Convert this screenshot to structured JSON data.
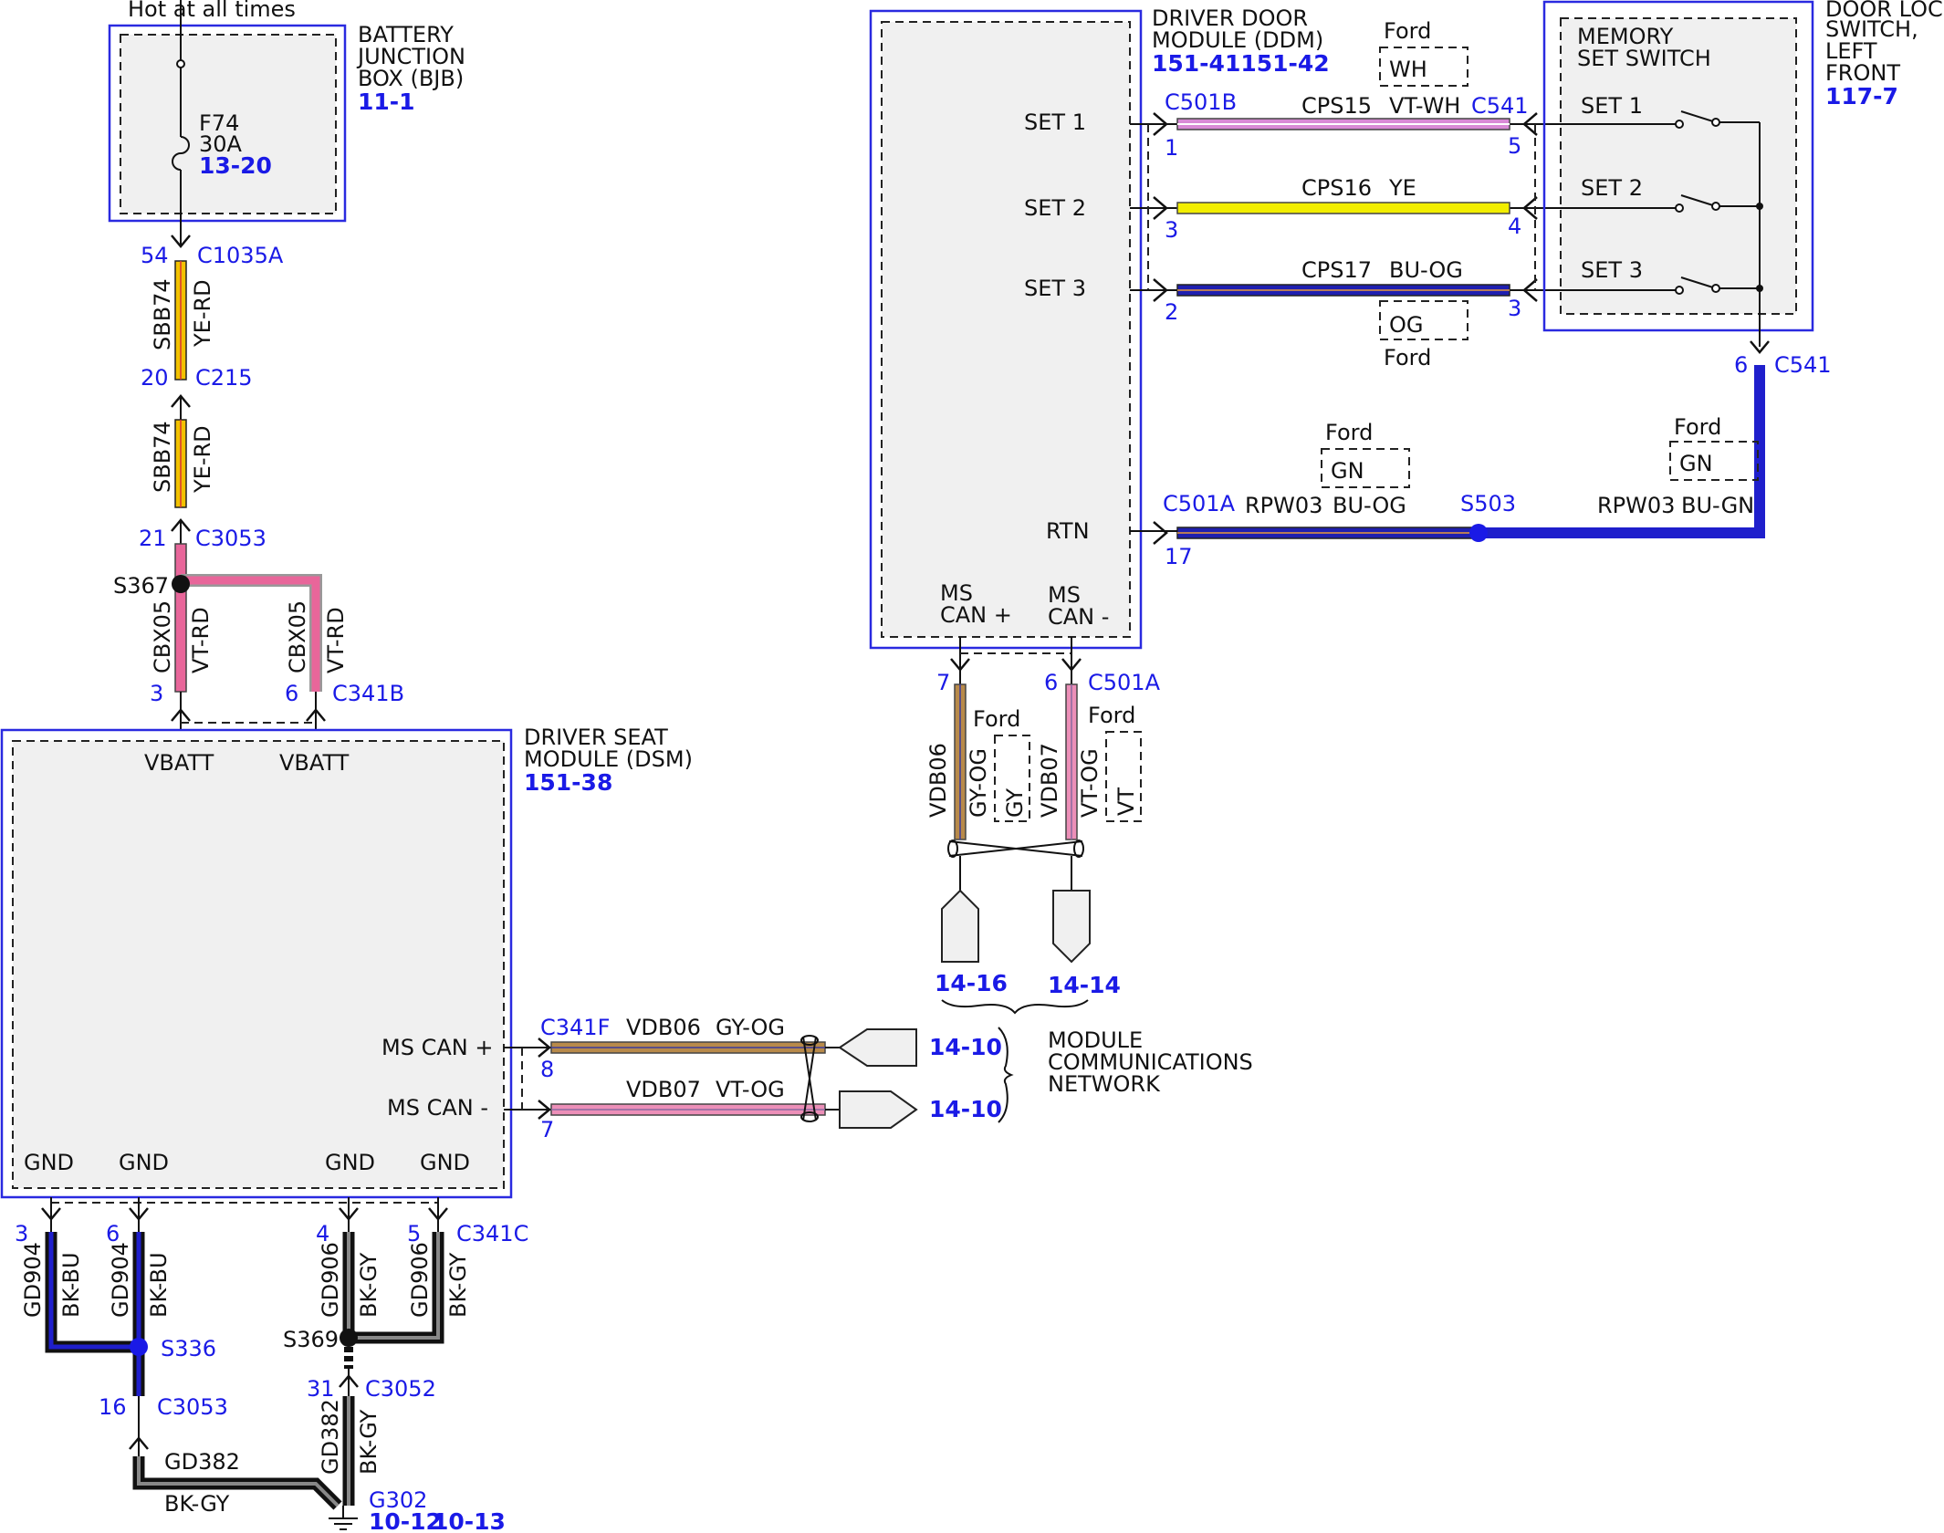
{
  "top_note": "Hot at all times",
  "bjb": {
    "line1": "BATTERY",
    "line2": "JUNCTION",
    "line3": "BOX (BJB)",
    "ref": "11-1",
    "fuse": "F74",
    "amps": "30A",
    "fuse_ref": "13-20"
  },
  "connectors": {
    "c1035a": "C1035A",
    "c1035a_pin": "54",
    "c215": "C215",
    "c215_pin": "20",
    "c3053_top": "C3053",
    "c3053_top_pin": "21",
    "s367": "S367",
    "c341b": "C341B",
    "c341b_pin_a": "3",
    "c341b_pin_b": "6",
    "c341f": "C341F",
    "c341f_pin_a": "8",
    "c341f_pin_b": "7",
    "c341c": "C341C",
    "c341c_pins": [
      "3",
      "6",
      "4",
      "5"
    ],
    "s336": "S336",
    "s369": "S369",
    "c3053_bot": "C3053",
    "c3053_bot_pin": "16",
    "c3052": "C3052",
    "c3052_pin": "31",
    "g302": "G302",
    "g302_ref_a": "10-12",
    "g302_ref_b": "10-13",
    "c501b": "C501B",
    "c501b_pins": [
      "1",
      "3",
      "2"
    ],
    "c541": "C541",
    "c541_pins": [
      "5",
      "4",
      "3"
    ],
    "c541_low": "C541",
    "c541_low_pin": "6",
    "c501a": "C501A",
    "c501a_pin": "17",
    "s503": "S503",
    "c501a_can": "C501A",
    "c501a_can_pins": [
      "7",
      "6"
    ]
  },
  "wires": {
    "sbb74": "SBB74",
    "ye_rd": "YE-RD",
    "cbx05": "CBX05",
    "vt_rd": "VT-RD",
    "gd904": "GD904",
    "bk_bu": "BK-BU",
    "gd906": "GD906",
    "bk_gy": "BK-GY",
    "gd382": "GD382",
    "vdb06": "VDB06",
    "gy_og": "GY-OG",
    "vdb07": "VDB07",
    "vt_og": "VT-OG",
    "cps15": "CPS15",
    "vt_wh": "VT-WH",
    "cps16": "CPS16",
    "ye": "YE",
    "cps17": "CPS17",
    "bu_og": "BU-OG",
    "rpw03": "RPW03",
    "bu_gn": "BU-GN"
  },
  "dsm": {
    "line1": "DRIVER SEAT",
    "line2": "MODULE (DSM)",
    "ref": "151-38",
    "vbatt": "VBATT",
    "can_plus": "MS CAN +",
    "can_minus": "MS CAN -",
    "gnd": "GND"
  },
  "ddm": {
    "line1": "DRIVER DOOR",
    "line2": "MODULE (DDM)",
    "ref": "151-41151-42",
    "set1": "SET 1",
    "set2": "SET 2",
    "set3": "SET 3",
    "rtn": "RTN",
    "ms": "MS",
    "can_plus": "CAN +",
    "can_minus": "CAN -"
  },
  "switch": {
    "outer1": "DOOR LOCK",
    "outer2": "SWITCH,",
    "outer3": "LEFT",
    "outer4": "FRONT",
    "ref": "117-7",
    "inner1": "MEMORY",
    "inner2": "SET SWITCH",
    "set1": "SET 1",
    "set2": "SET 2",
    "set3": "SET 3"
  },
  "ford_tags": {
    "ford": "Ford",
    "wh": "WH",
    "og": "OG",
    "gn": "GN",
    "gy": "GY",
    "vt": "VT"
  },
  "network": {
    "line1": "MODULE",
    "line2": "COMMUNICATIONS",
    "line3": "NETWORK",
    "ref_a": "14-10",
    "ref_b": "14-10",
    "ref_c": "14-16",
    "ref_d": "14-14"
  },
  "colors": {
    "ye_rd": "#f2c200",
    "vt_rd": "#e8669a",
    "vt_wh": "#d98ad6",
    "ye": "#f2ee00",
    "bu_og": "#1f1fb0",
    "bu_gn": "#1f1fcc",
    "gy_og": "#b88a4a",
    "vt_og": "#ec8fb8",
    "bk": "#111111"
  }
}
